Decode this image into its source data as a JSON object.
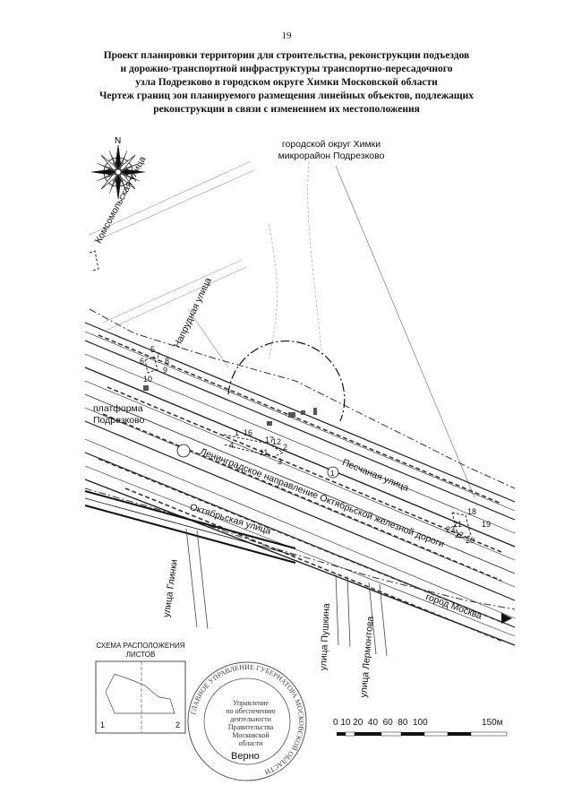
{
  "page_number": "19",
  "title_lines": [
    "Проект планировки территории для строительства, реконструкции подъездов",
    "и дорожно-транспортной инфраструктуры транспортно-пересадочного",
    "узла Подрезково в городском округе Химки Московской области",
    "Чертеж границ зон планируемого размещения линейных объектов, подлежащих",
    "реконструкции в связи с изменением их местоположения"
  ],
  "compass": {
    "north_label": "N",
    "icon": "compass-rose-icon"
  },
  "district": [
    "городской округ Химки",
    "микрорайон Подрезково"
  ],
  "streets": {
    "komsomolskaya": "Комсомольская улица",
    "naprudnaya": "Напрудная улица",
    "platform": [
      "платформа",
      "Подрезково"
    ],
    "leningrad": "Ленинградское направление Октябрьской железной дороги",
    "oktyabrskaya": "Октябрьская улица",
    "peschanaya": "Песчаная улица",
    "glinki": "улица Глинки",
    "pushkina": "улица Пушкина",
    "lermontova": "улица Лермонтова",
    "moscow": "город Москва"
  },
  "point_numbers": [
    "5",
    "6",
    "7",
    "8",
    "9",
    "10",
    "1",
    "2",
    "3",
    "4",
    "11",
    "12",
    "16",
    "17",
    "18",
    "19",
    "20",
    "21",
    "22",
    "23"
  ],
  "zone_marker": "1",
  "scheme": {
    "title": "СХЕМА РАСПОЛОЖЕНИЯ ЛИСТОВ",
    "sheet1": "1",
    "sheet2": "2"
  },
  "scale": {
    "ticks": "0 10 20  40  60  80  100",
    "end": "150м"
  },
  "stamp": {
    "ring_text": "ГЛАВНОЕ УПРАВЛЕНИЕ ГУБЕРНАТОРА МОСКОВСКОЙ ОБЛАСТИ",
    "inner_lines": [
      "Управление",
      "по обеспечению",
      "деятельности",
      "Правительства",
      "Московской",
      "области"
    ],
    "verified": "Верно"
  }
}
